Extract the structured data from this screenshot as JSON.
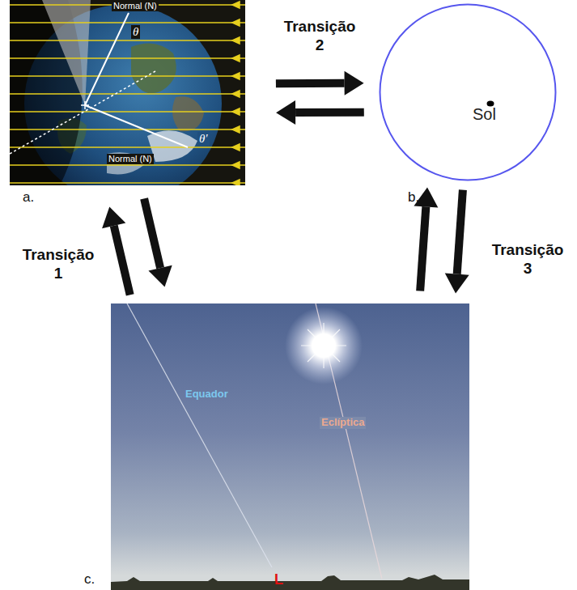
{
  "diagram": {
    "nodes": [
      {
        "text": [
          "Normal (N)",
          "θ",
          "θ'",
          "Normal (N)",
          "a."
        ]
      },
      {
        "text": [
          "Sol",
          "b."
        ]
      },
      {
        "text": [
          "Equador",
          "Eclíptica",
          "L",
          "c."
        ]
      }
    ],
    "edges": [
      {
        "from": 0,
        "to": 1,
        "arrow": "both",
        "label": "Transição 2"
      },
      {
        "from": 0,
        "to": 2,
        "arrow": "both",
        "label": "Transição 1"
      },
      {
        "from": 1,
        "to": 2,
        "arrow": "both",
        "label": "Transição 3"
      }
    ]
  }
}
